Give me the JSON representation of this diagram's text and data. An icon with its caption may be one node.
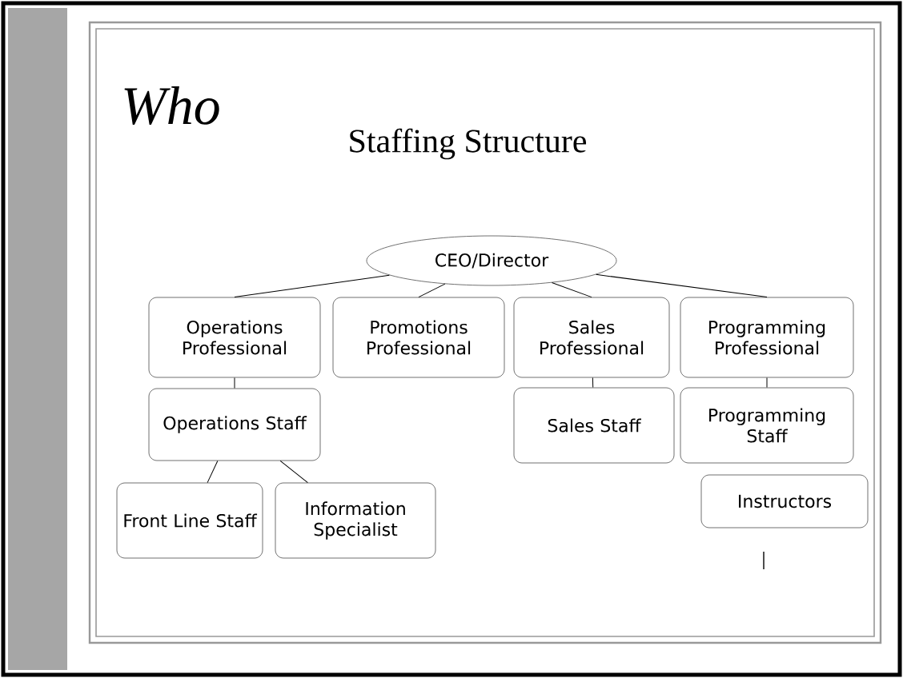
{
  "diagram": {
    "title": "Who",
    "nodes": [
      {
        "text": [
          "CEO/Director"
        ]
      },
      {
        "text": [
          "Operations Professional"
        ]
      },
      {
        "text": [
          "Promotions Professional"
        ]
      },
      {
        "text": [
          "Sales Professional"
        ]
      },
      {
        "text": [
          "Programming Professional"
        ]
      },
      {
        "text": [
          "Operations Staff"
        ]
      },
      {
        "text": [
          "Sales Staff"
        ]
      },
      {
        "text": [
          "Programming Staff"
        ]
      },
      {
        "text": [
          "Front Line Staff"
        ]
      },
      {
        "text": [
          "Information Specialist"
        ]
      },
      {
        "text": [
          "Instructors"
        ]
      }
    ],
    "edges": [
      {
        "from": 0,
        "to": 1,
        "arrow": "none"
      },
      {
        "from": 0,
        "to": 2,
        "arrow": "none"
      },
      {
        "from": 0,
        "to": 3,
        "arrow": "none"
      },
      {
        "from": 0,
        "to": 4,
        "arrow": "none"
      },
      {
        "from": 1,
        "to": 5,
        "arrow": "none"
      },
      {
        "from": 3,
        "to": 6,
        "arrow": "none"
      },
      {
        "from": 4,
        "to": 7,
        "arrow": "none"
      },
      {
        "from": 5,
        "to": 8,
        "arrow": "none"
      },
      {
        "from": 5,
        "to": 9,
        "arrow": "none"
      }
    ],
    "labels": [
      "Staffing Structure"
    ]
  }
}
